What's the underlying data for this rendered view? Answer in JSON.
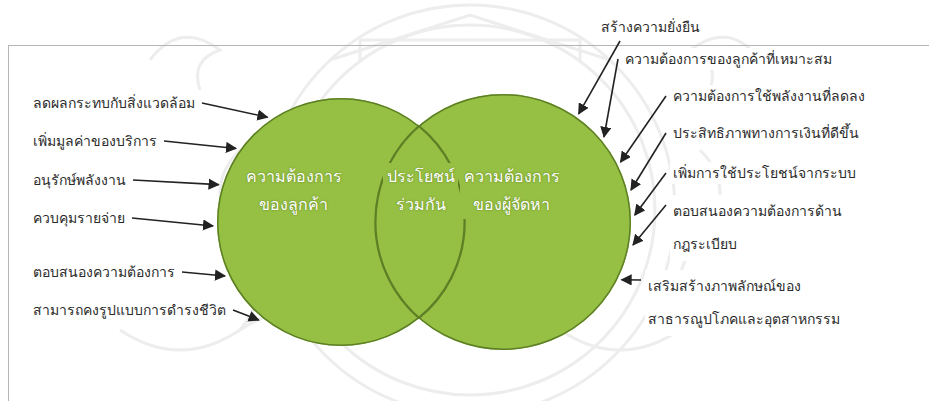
{
  "diagram": {
    "nodes": [
      {
        "text": [
          "ความต้องการ ของลูกค้า"
        ]
      },
      {
        "text": [
          "ประโยชน์ ร่วมกัน"
        ]
      },
      {
        "text": [
          "ความต้องการ ของผู้จัดหา"
        ]
      }
    ],
    "labels": [
      "ลดผลกระทบกับสิ่งแวดล้อม",
      "เพิ่มมูลค่าของบริการ",
      "อนุรักษ์พลังงาน",
      "ควบคุมรายจ่าย",
      "ตอบสนองความต้องการ",
      "สามารถคงรูปแบบการดำรงชีวิต",
      "สร้างความยั่งยืน",
      "ความต้องการของลูกค้าที่เหมาะสม",
      "ความต้องการใช้พลังงานที่ลดลง",
      "ประสิทธิภาพทางการเงินที่ดีขึ้น",
      "เพิ่มการใช้ประโยชน์จากระบบ",
      "ตอบสนองความต้องการด้าน กฎระเบียบ",
      "เสริมสร้างภาพลักษณ์ของ สาธารณูปโภคและอุตสาหกรรม"
    ]
  }
}
